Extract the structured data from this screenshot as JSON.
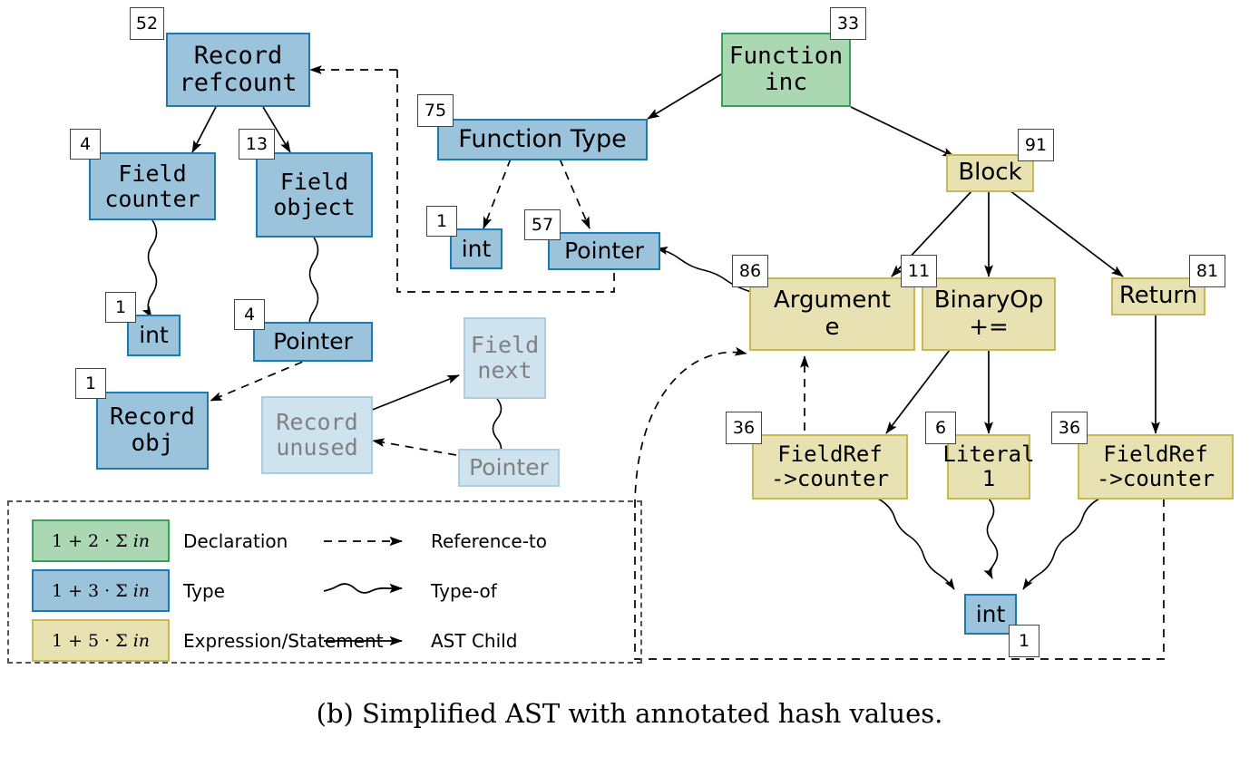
{
  "figure": {
    "caption": "(b) Simplified AST with annotated hash values."
  },
  "colors": {
    "declaration_fill": "#abd7b3",
    "declaration_stroke": "#33a457",
    "type_fill": "#9cc3dc",
    "type_stroke": "#1a7bb0",
    "expression_fill": "#e8e1b2",
    "expression_stroke": "#c9b954",
    "faded_fill": "#cfe3ef",
    "faded_stroke": "#aacde2",
    "hash_box_fill": "#ffffff",
    "hash_box_stroke": "#444444",
    "edge": "#000000"
  },
  "nodes": [
    {
      "id": "record-refcount",
      "kind": "type",
      "line1": "Record",
      "line2": "refcount",
      "hash": "52"
    },
    {
      "id": "field-counter",
      "kind": "type",
      "line1": "Field",
      "line2": "counter",
      "hash": "4"
    },
    {
      "id": "field-object",
      "kind": "type",
      "line1": "Field",
      "line2": "object",
      "hash": "13"
    },
    {
      "id": "int-left",
      "kind": "type",
      "line1": "int",
      "line2": "",
      "hash": "1"
    },
    {
      "id": "pointer-left",
      "kind": "type",
      "line1": "Pointer",
      "line2": "",
      "hash": "4"
    },
    {
      "id": "record-obj",
      "kind": "type",
      "line1": "Record",
      "line2": "obj",
      "hash": "1"
    },
    {
      "id": "function-type",
      "kind": "type",
      "line1": "Function Type",
      "line2": "",
      "hash": "75"
    },
    {
      "id": "int-ft",
      "kind": "type",
      "line1": "int",
      "line2": "",
      "hash": "1"
    },
    {
      "id": "pointer-ft",
      "kind": "type",
      "line1": "Pointer",
      "line2": "",
      "hash": "57"
    },
    {
      "id": "function-inc",
      "kind": "declaration",
      "line1": "Function",
      "line2": "inc",
      "hash": "33"
    },
    {
      "id": "block",
      "kind": "expression",
      "line1": "Block",
      "line2": "",
      "hash": "91"
    },
    {
      "id": "arguments",
      "kind": "expression",
      "line1": "Argument",
      "line2": "e",
      "hash": "86"
    },
    {
      "id": "binaryop",
      "kind": "expression",
      "line1": "BinaryOp",
      "line2": "+=",
      "hash": "11"
    },
    {
      "id": "return",
      "kind": "expression",
      "line1": "Return",
      "line2": "",
      "hash": "81"
    },
    {
      "id": "fieldref-left",
      "kind": "expression",
      "line1": "FieldRef",
      "line2": "->counter",
      "hash": "36"
    },
    {
      "id": "literal-1",
      "kind": "expression",
      "line1": "Literal",
      "line2": "1",
      "hash": "6"
    },
    {
      "id": "fieldref-right",
      "kind": "expression",
      "line1": "FieldRef",
      "line2": "->counter",
      "hash": "36"
    },
    {
      "id": "int-bottom",
      "kind": "type",
      "line1": "int",
      "line2": "",
      "hash": "1"
    },
    {
      "id": "field-next",
      "kind": "faded",
      "line1": "Field",
      "line2": "next",
      "hash": ""
    },
    {
      "id": "record-unused",
      "kind": "faded",
      "line1": "Record",
      "line2": "unused",
      "hash": ""
    },
    {
      "id": "pointer-faded",
      "kind": "faded",
      "line1": "Pointer",
      "line2": "",
      "hash": ""
    }
  ],
  "legend": {
    "swatches": [
      {
        "id": "declaration",
        "formula_prefix": "1 + 2 ",
        "formula_dot": "· ",
        "formula_sigma": "Σ ",
        "formula_in": "in",
        "label": "Declaration"
      },
      {
        "id": "type",
        "formula_prefix": "1 + 3 ",
        "formula_dot": "· ",
        "formula_sigma": "Σ ",
        "formula_in": "in",
        "label": "Type"
      },
      {
        "id": "expression",
        "formula_prefix": "1 + 5 ",
        "formula_dot": "· ",
        "formula_sigma": "Σ ",
        "formula_in": "in",
        "label": "Expression/Statement"
      }
    ],
    "edges": [
      {
        "id": "reference-to",
        "style": "dashed",
        "label": "Reference-to"
      },
      {
        "id": "type-of",
        "style": "wavy",
        "label": "Type-of"
      },
      {
        "id": "ast-child",
        "style": "solid",
        "label": "AST Child"
      }
    ]
  }
}
